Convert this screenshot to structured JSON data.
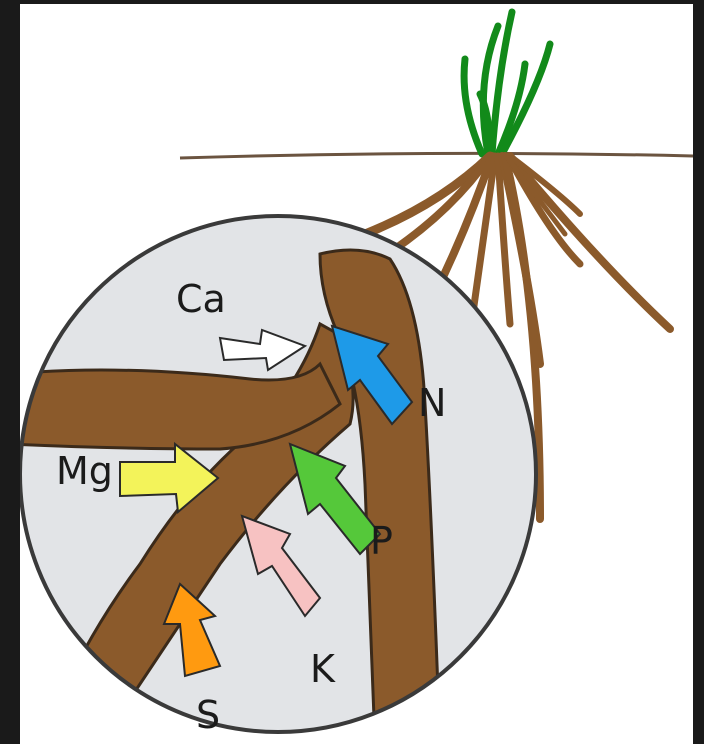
{
  "diagram": {
    "nutrients": [
      {
        "id": "ca",
        "label": "Ca",
        "color": "#ffffff"
      },
      {
        "id": "mg",
        "label": "Mg",
        "color": "#f3f35a"
      },
      {
        "id": "s",
        "label": "S",
        "color": "#ff9a10"
      },
      {
        "id": "k",
        "label": "K",
        "color": "#f7c2c2"
      },
      {
        "id": "p",
        "label": "P",
        "color": "#55c83a"
      },
      {
        "id": "n",
        "label": "N",
        "color": "#1e9ae8"
      }
    ],
    "colors": {
      "root": "#8b5a2b",
      "root_outline": "#3b2a1a",
      "soil_circle": "#e2e4e7",
      "grass": "#128a1a",
      "ground_line": "#6b5440"
    }
  }
}
